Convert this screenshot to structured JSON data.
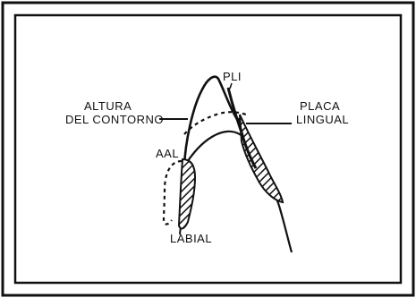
{
  "labels": {
    "pli": "PLI",
    "altura_line1": "ALTURA",
    "altura_line2": "DEL CONTORNO",
    "placa_line1": "PLACA",
    "placa_line2": "LINGUAL",
    "aal": "AAL",
    "labial": "LABIAL"
  },
  "colors": {
    "ink": "#111111",
    "paper": "#ffffff"
  }
}
